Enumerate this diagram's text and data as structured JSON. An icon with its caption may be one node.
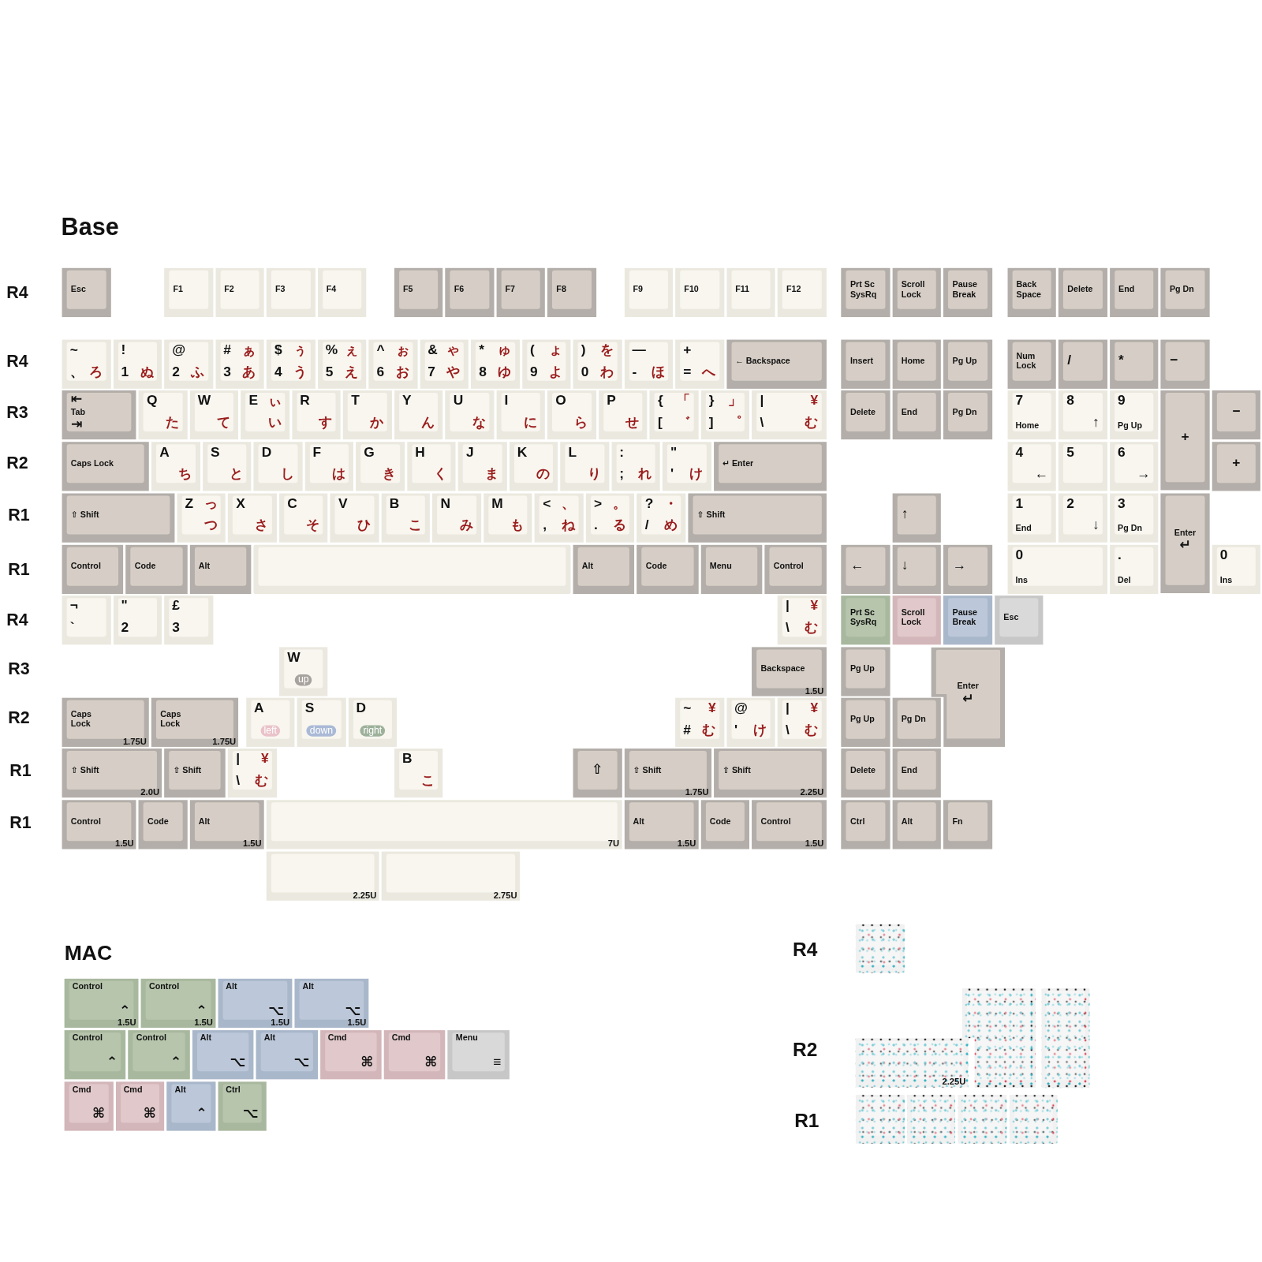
{
  "diagram": {
    "nodes": [
      {
        "text": [
          "Esc"
        ]
      },
      {
        "text": [
          "F1"
        ]
      },
      {
        "text": [
          "F2"
        ]
      },
      {
        "text": [
          "F3"
        ]
      },
      {
        "text": [
          "F4"
        ]
      },
      {
        "text": [
          "F5"
        ]
      },
      {
        "text": [
          "F6"
        ]
      },
      {
        "text": [
          "F7"
        ]
      },
      {
        "text": [
          "F8"
        ]
      },
      {
        "text": [
          "F9"
        ]
      },
      {
        "text": [
          "F10"
        ]
      },
      {
        "text": [
          "F11"
        ]
      },
      {
        "text": [
          "F12"
        ]
      },
      {
        "text": [
          "Prt Sc SysRq"
        ]
      },
      {
        "text": [
          "Scroll Lock"
        ]
      },
      {
        "text": [
          "Pause Break"
        ]
      },
      {
        "text": [
          "Back Space"
        ]
      },
      {
        "text": [
          "Delete"
        ]
      },
      {
        "text": [
          "End"
        ]
      },
      {
        "text": [
          "Pg Dn"
        ]
      },
      {
        "text": [
          "~",
          "、",
          "ろ"
        ]
      },
      {
        "text": [
          "!",
          "1",
          "ぬ"
        ]
      },
      {
        "text": [
          "@",
          "2",
          "ふ"
        ]
      },
      {
        "text": [
          "#",
          "ぁ",
          "3",
          "あ"
        ]
      },
      {
        "text": [
          "$",
          "ぅ",
          "4",
          "う"
        ]
      },
      {
        "text": [
          "%",
          "ぇ",
          "5",
          "え"
        ]
      },
      {
        "text": [
          "^",
          "ぉ",
          "6",
          "お"
        ]
      },
      {
        "text": [
          "&",
          "ゃ",
          "7",
          "や"
        ]
      },
      {
        "text": [
          "*",
          "ゅ",
          "8",
          "ゆ"
        ]
      },
      {
        "text": [
          "(",
          "ょ",
          "9",
          "よ"
        ]
      },
      {
        "text": [
          ")",
          "を",
          "0",
          "わ"
        ]
      },
      {
        "text": [
          "—",
          "-",
          "ほ"
        ]
      },
      {
        "text": [
          "+",
          "=",
          "へ"
        ]
      },
      {
        "text": [
          "← Backspace"
        ]
      },
      {
        "text": [
          "Insert"
        ]
      },
      {
        "text": [
          "Home"
        ]
      },
      {
        "text": [
          "Pg Up"
        ]
      },
      {
        "text": [
          "Num Lock"
        ]
      },
      {
        "text": [
          "/"
        ]
      },
      {
        "text": [
          "*"
        ]
      },
      {
        "text": [
          "−"
        ]
      },
      {
        "text": [
          "⇤",
          "Tab",
          "⇥"
        ]
      },
      {
        "text": [
          "Q",
          "た"
        ]
      },
      {
        "text": [
          "W",
          "て"
        ]
      },
      {
        "text": [
          "E",
          "ぃ",
          "い"
        ]
      },
      {
        "text": [
          "R",
          "す"
        ]
      },
      {
        "text": [
          "T",
          "か"
        ]
      },
      {
        "text": [
          "Y",
          "ん"
        ]
      },
      {
        "text": [
          "U",
          "な"
        ]
      },
      {
        "text": [
          "I",
          "に"
        ]
      },
      {
        "text": [
          "O",
          "ら"
        ]
      },
      {
        "text": [
          "P",
          "せ"
        ]
      },
      {
        "text": [
          "{",
          "「",
          "[",
          "゛"
        ]
      },
      {
        "text": [
          "}",
          "」",
          "]",
          "゜"
        ]
      },
      {
        "text": [
          "|",
          "¥",
          "\\",
          "む"
        ]
      },
      {
        "text": [
          "Delete"
        ]
      },
      {
        "text": [
          "End"
        ]
      },
      {
        "text": [
          "Pg Dn"
        ]
      },
      {
        "text": [
          "7",
          "Home"
        ]
      },
      {
        "text": [
          "8",
          "↑"
        ]
      },
      {
        "text": [
          "9",
          "Pg Up"
        ]
      },
      {
        "text": [
          "+"
        ]
      },
      {
        "text": [
          "−"
        ]
      },
      {
        "text": [
          "Caps Lock"
        ]
      },
      {
        "text": [
          "A",
          "ち"
        ]
      },
      {
        "text": [
          "S",
          "と"
        ]
      },
      {
        "text": [
          "D",
          "し"
        ]
      },
      {
        "text": [
          "F",
          "は"
        ]
      },
      {
        "text": [
          "G",
          "き"
        ]
      },
      {
        "text": [
          "H",
          "く"
        ]
      },
      {
        "text": [
          "J",
          "ま"
        ]
      },
      {
        "text": [
          "K",
          "の"
        ]
      },
      {
        "text": [
          "L",
          "り"
        ]
      },
      {
        "text": [
          ":",
          ";",
          "れ"
        ]
      },
      {
        "text": [
          "\"",
          "'",
          "け"
        ]
      },
      {
        "text": [
          "↵ Enter"
        ]
      },
      {
        "text": [
          "4",
          "←"
        ]
      },
      {
        "text": [
          "5"
        ]
      },
      {
        "text": [
          "6",
          "→"
        ]
      },
      {
        "text": [
          "+"
        ]
      },
      {
        "text": [
          "⇧ Shift"
        ]
      },
      {
        "text": [
          "Z",
          "っ",
          "つ"
        ]
      },
      {
        "text": [
          "X",
          "さ"
        ]
      },
      {
        "text": [
          "C",
          "そ"
        ]
      },
      {
        "text": [
          "V",
          "ひ"
        ]
      },
      {
        "text": [
          "B",
          "こ"
        ]
      },
      {
        "text": [
          "N",
          "み"
        ]
      },
      {
        "text": [
          "M",
          "も"
        ]
      },
      {
        "text": [
          "<",
          "、",
          ",",
          "ね"
        ]
      },
      {
        "text": [
          ">",
          "。",
          ".",
          "る"
        ]
      },
      {
        "text": [
          "?",
          "・",
          "/",
          "め"
        ]
      },
      {
        "text": [
          "⇧ Shift"
        ]
      },
      {
        "text": [
          "↑"
        ]
      },
      {
        "text": [
          "1",
          "End"
        ]
      },
      {
        "text": [
          "2",
          "↓"
        ]
      },
      {
        "text": [
          "3",
          "Pg Dn"
        ]
      },
      {
        "text": [
          "Enter",
          "↵"
        ]
      },
      {
        "text": [
          "Control"
        ]
      },
      {
        "text": [
          "Code"
        ]
      },
      {
        "text": [
          "Alt"
        ]
      },
      {
        "text": [],
        "shape": "box"
      },
      {
        "text": [
          "Alt"
        ]
      },
      {
        "text": [
          "Code"
        ]
      },
      {
        "text": [
          "Menu"
        ]
      },
      {
        "text": [
          "Control"
        ]
      },
      {
        "text": [
          "←"
        ]
      },
      {
        "text": [
          "↓"
        ]
      },
      {
        "text": [
          "→"
        ]
      },
      {
        "text": [
          "0",
          "Ins"
        ]
      },
      {
        "text": [
          ".",
          "Del"
        ]
      },
      {
        "text": [
          "0",
          "Ins"
        ]
      },
      {
        "text": [
          "¬",
          "`"
        ]
      },
      {
        "text": [
          "\"",
          "2"
        ]
      },
      {
        "text": [
          "£",
          "3"
        ]
      },
      {
        "text": [
          "|",
          "¥",
          "\\",
          "む"
        ]
      },
      {
        "text": [
          "Prt Sc SysRq"
        ]
      },
      {
        "text": [
          "Scroll Lock"
        ]
      },
      {
        "text": [
          "Pause Break"
        ]
      },
      {
        "text": [
          "Esc"
        ]
      },
      {
        "text": [
          "W",
          "up"
        ]
      },
      {
        "text": [
          "Backspace",
          "1.5U"
        ]
      },
      {
        "text": [
          "Pg Up"
        ]
      },
      {
        "text": [
          "Enter",
          "↵"
        ]
      },
      {
        "text": [
          "Caps Lock",
          "1.75U"
        ]
      },
      {
        "text": [
          "Caps Lock",
          "1.75U"
        ]
      },
      {
        "text": [
          "A",
          "left"
        ]
      },
      {
        "text": [
          "S",
          "down"
        ]
      },
      {
        "text": [
          "D",
          "right"
        ]
      },
      {
        "text": [
          "~",
          "¥",
          "#",
          "む"
        ]
      },
      {
        "text": [
          "@",
          "'",
          "け"
        ]
      },
      {
        "text": [
          "|",
          "¥",
          "\\",
          "む"
        ]
      },
      {
        "text": [
          "Pg Up"
        ]
      },
      {
        "text": [
          "Pg Dn"
        ]
      },
      {
        "text": [
          "⇧ Shift",
          "2.0U"
        ]
      },
      {
        "text": [
          "⇧ Shift"
        ]
      },
      {
        "text": [
          "|",
          "¥",
          "\\",
          "む"
        ]
      },
      {
        "text": [
          "B",
          "こ"
        ]
      },
      {
        "text": [
          "⇧"
        ]
      },
      {
        "text": [
          "⇧ Shift",
          "1.75U"
        ]
      },
      {
        "text": [
          "⇧ Shift",
          "2.25U"
        ]
      },
      {
        "text": [
          "Delete"
        ]
      },
      {
        "text": [
          "End"
        ]
      },
      {
        "text": [
          "Control",
          "1.5U"
        ]
      },
      {
        "text": [
          "Code"
        ]
      },
      {
        "text": [
          "Alt",
          "1.5U"
        ]
      },
      {
        "text": [
          "7U"
        ]
      },
      {
        "text": [
          "Alt",
          "1.5U"
        ]
      },
      {
        "text": [
          "Code"
        ]
      },
      {
        "text": [
          "Control",
          "1.5U"
        ]
      },
      {
        "text": [
          "Ctrl"
        ]
      },
      {
        "text": [
          "Alt"
        ]
      },
      {
        "text": [
          "Fn"
        ]
      },
      {
        "text": [
          "2.25U"
        ]
      },
      {
        "text": [
          "2.75U"
        ]
      },
      {
        "text": [
          "Control",
          "⌃",
          "1.5U"
        ]
      },
      {
        "text": [
          "Control",
          "⌃",
          "1.5U"
        ]
      },
      {
        "text": [
          "Alt",
          "⌥",
          "1.5U"
        ]
      },
      {
        "text": [
          "Alt",
          "⌥",
          "1.5U"
        ]
      },
      {
        "text": [
          "Control",
          "⌃"
        ]
      },
      {
        "text": [
          "Control",
          "⌃"
        ]
      },
      {
        "text": [
          "Alt",
          "⌥"
        ]
      },
      {
        "text": [
          "Alt",
          "⌥"
        ]
      },
      {
        "text": [
          "Cmd",
          "⌘"
        ]
      },
      {
        "text": [
          "Cmd",
          "⌘"
        ]
      },
      {
        "text": [
          "Menu",
          "≡"
        ]
      },
      {
        "text": [
          "Cmd",
          "⌘"
        ]
      },
      {
        "text": [
          "Cmd",
          "⌘"
        ]
      },
      {
        "text": [
          "Alt",
          "⌃"
        ]
      },
      {
        "text": [
          "Ctrl",
          "⌥"
        ]
      },
      {
        "text": [],
        "shape": "box"
      },
      {
        "text": [],
        "shape": "box"
      },
      {
        "text": [],
        "shape": "box"
      },
      {
        "text": [
          "2.25U"
        ]
      },
      {
        "text": [],
        "shape": "box"
      },
      {
        "text": [],
        "shape": "box"
      },
      {
        "text": [],
        "shape": "box"
      },
      {
        "text": [],
        "shape": "box"
      }
    ],
    "labels": [
      "Base",
      "R4",
      "R4",
      "R3",
      "R2",
      "R1",
      "R1",
      "R4",
      "R3",
      "R2",
      "R1",
      "R1",
      "R4",
      "MAC",
      "R2",
      "R1"
    ]
  }
}
